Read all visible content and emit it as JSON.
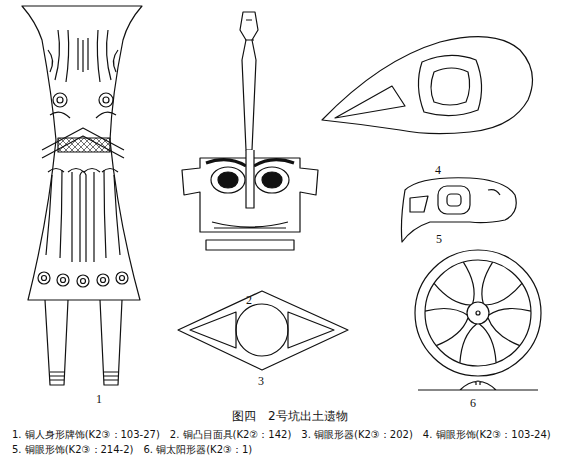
{
  "diagram": {
    "title": "图四　2号坑出土遗物",
    "caption": "1. 铜人身形牌饰(K2③：103-27)　2. 铜凸目面具(K2②：142)　3. 铜眼形器(K2③：202)　4. 铜眼形饰(K2③：103-24)　5. 铜眼形饰(K2③：214-2)　6. 铜太阳形器(K2③：1)",
    "labels": [
      "1",
      "2",
      "3",
      "4",
      "5",
      "6"
    ]
  }
}
